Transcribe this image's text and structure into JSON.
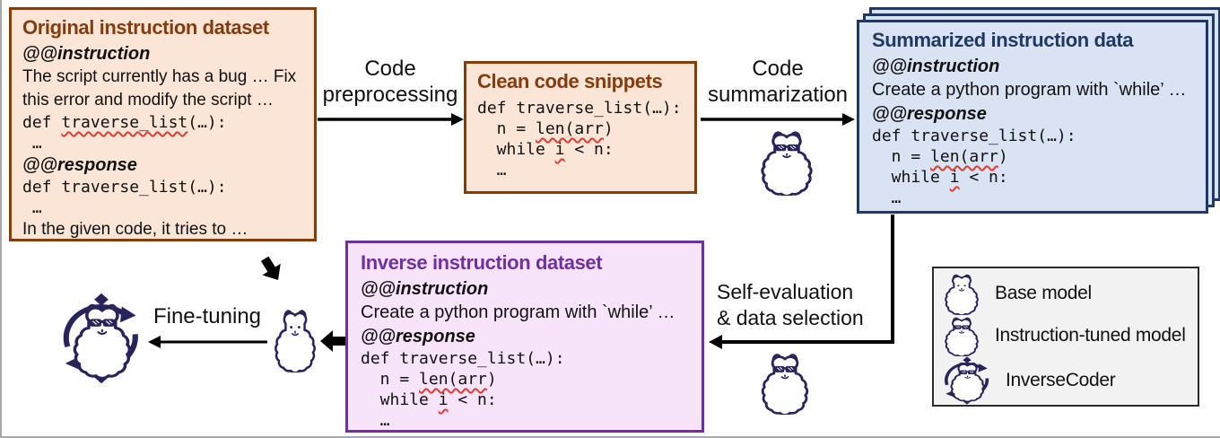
{
  "colors": {
    "brown_accent": "#843C0C",
    "peach_fill": "#FBE5D6",
    "navy_accent": "#1F3864",
    "blue_fill": "#DAE3F3",
    "purple_accent": "#7030A0",
    "lavender_fill": "#F8E4FA",
    "legend_fill": "#F2F2F2",
    "squiggle_red": "#e03c31",
    "llama_outline": "#27245c"
  },
  "original_box": {
    "title": "Original instruction dataset",
    "instruction_tag": "@@instruction",
    "instruction_line1": "The script currently has a bug … Fix",
    "instruction_line2": "this error and modify the script …",
    "code_def_prefix": "def ",
    "code_def_wavy": "traverse_list",
    "code_def_suffix": "(…):",
    "code_ellipsis": " …",
    "response_tag": "@@response",
    "code_def2": "def traverse_list(…):",
    "code_ellipsis2": " …",
    "response_text": "In the given code, it tries to …"
  },
  "clean_box": {
    "title": "Clean code snippets",
    "code": {
      "def_line": "def traverse_list(…):",
      "n_prefix": "  n = ",
      "n_wavy": "len(arr",
      "n_suffix": ")",
      "while_prefix": "  while ",
      "while_wavy": "i",
      "while_suffix": " < n:",
      "ellipsis": "  …"
    }
  },
  "summarized_box": {
    "title": "Summarized instruction data",
    "instruction_tag": "@@instruction",
    "instruction_text": "Create a python program with `while’ …",
    "response_tag": "@@response",
    "code": {
      "def_line": "def traverse_list(…):",
      "n_prefix": "  n = ",
      "n_wavy": "len(arr",
      "n_suffix": ")",
      "while_prefix": "  while ",
      "while_wavy": "i",
      "while_suffix": " < n:",
      "ellipsis": "  …"
    }
  },
  "inverse_box": {
    "title": "Inverse instruction dataset",
    "instruction_tag": "@@instruction",
    "instruction_text": "Create a python program with `while’ …",
    "response_tag": "@@response",
    "code": {
      "def_line": "def traverse_list(…):",
      "n_prefix": "  n = ",
      "n_wavy": "len(arr",
      "n_suffix": ")",
      "while_prefix": "  while ",
      "while_wavy": "i",
      "while_suffix": " < n:",
      "ellipsis": "  …"
    }
  },
  "labels": {
    "preprocessing_line1": "Code",
    "preprocessing_line2": "preprocessing",
    "summarization_line1": "Code",
    "summarization_line2": "summarization",
    "selfeval_line1": "Self-evaluation",
    "selfeval_line2": "& data selection",
    "finetuning": "Fine-tuning"
  },
  "legend": {
    "items": [
      {
        "icon": "llama-base-icon",
        "label": "Base model"
      },
      {
        "icon": "llama-sunglasses-icon",
        "label": "Instruction-tuned model"
      },
      {
        "icon": "llama-inversecoder-icon",
        "label": "InverseCoder"
      }
    ]
  }
}
